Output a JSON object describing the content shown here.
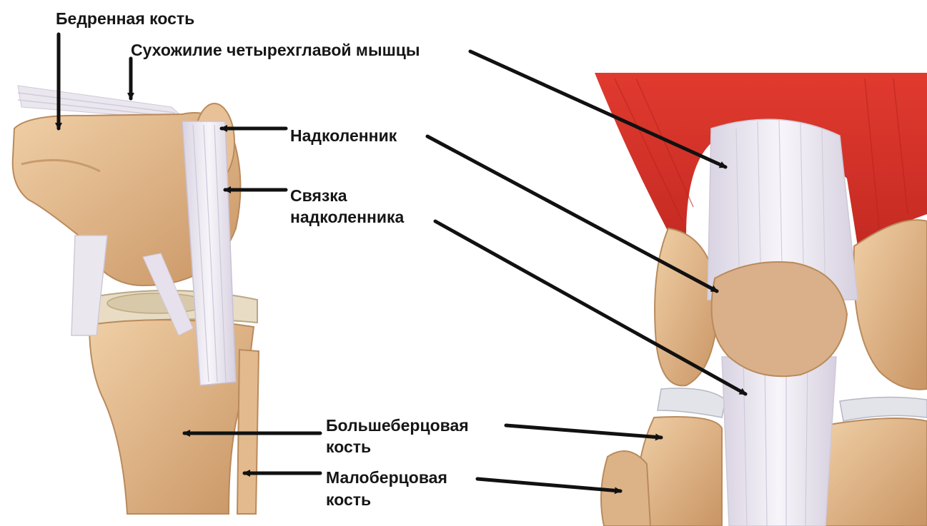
{
  "labels": {
    "femur": "Бедренная кость",
    "quad_tendon": "Сухожилие четырехглавой мышцы",
    "patella": "Надколенник",
    "patellar_ligament_line1": "Связка",
    "patellar_ligament_line2": "надколенника",
    "tibia_line1": "Большеберцовая",
    "tibia_line2": "кость",
    "fibula_line1": "Малоберцовая",
    "fibula_line2": "кость"
  },
  "colors": {
    "bone": "#e0b88e",
    "bone_shadow": "#c99a68",
    "ligament": "#ece8f2",
    "muscle": "#d9352c",
    "arrow": "#111111"
  }
}
